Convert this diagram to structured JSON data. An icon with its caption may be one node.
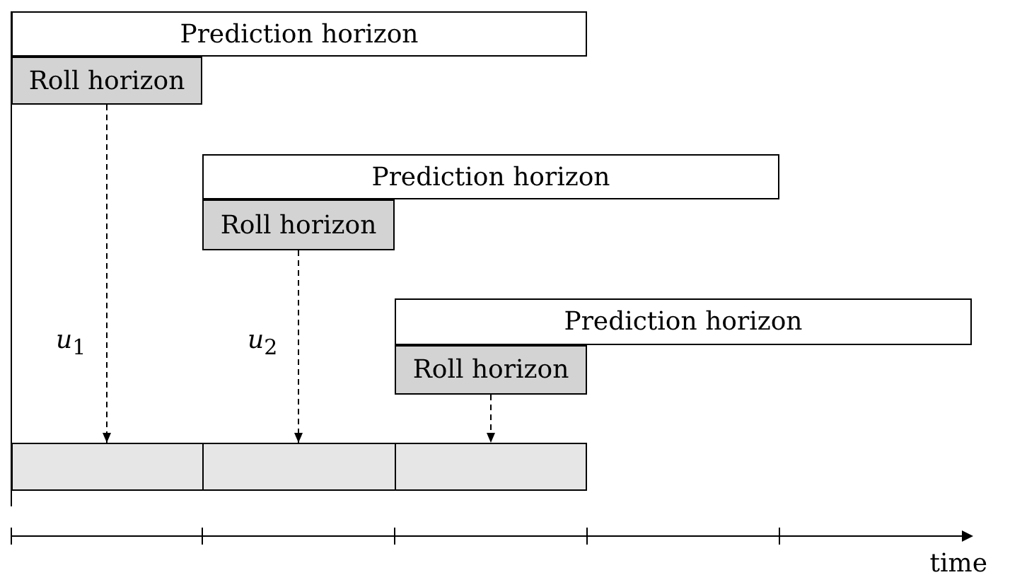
{
  "diagram": {
    "nodes": [
      {
        "text": [
          "Prediction horizon"
        ]
      },
      {
        "text": [
          "Roll horizon"
        ]
      },
      {
        "text": [
          "Prediction horizon"
        ]
      },
      {
        "text": [
          "Roll horizon"
        ]
      },
      {
        "text": [
          "Prediction horizon"
        ]
      },
      {
        "text": [
          "Roll horizon"
        ]
      },
      {
        "text": [],
        "shape": "box"
      },
      {
        "text": [],
        "shape": "box"
      },
      {
        "text": [],
        "shape": "box"
      }
    ],
    "edges": [
      {
        "from": 1,
        "to": 6,
        "arrow": "to",
        "style": "dashed",
        "label": "*u*$_{1}$"
      },
      {
        "from": 3,
        "to": 7,
        "arrow": "to",
        "style": "dashed",
        "label": "*u*$_{2}$"
      },
      {
        "from": 5,
        "to": 8,
        "arrow": "to",
        "style": "dashed"
      }
    ],
    "labels": [
      "time"
    ]
  }
}
